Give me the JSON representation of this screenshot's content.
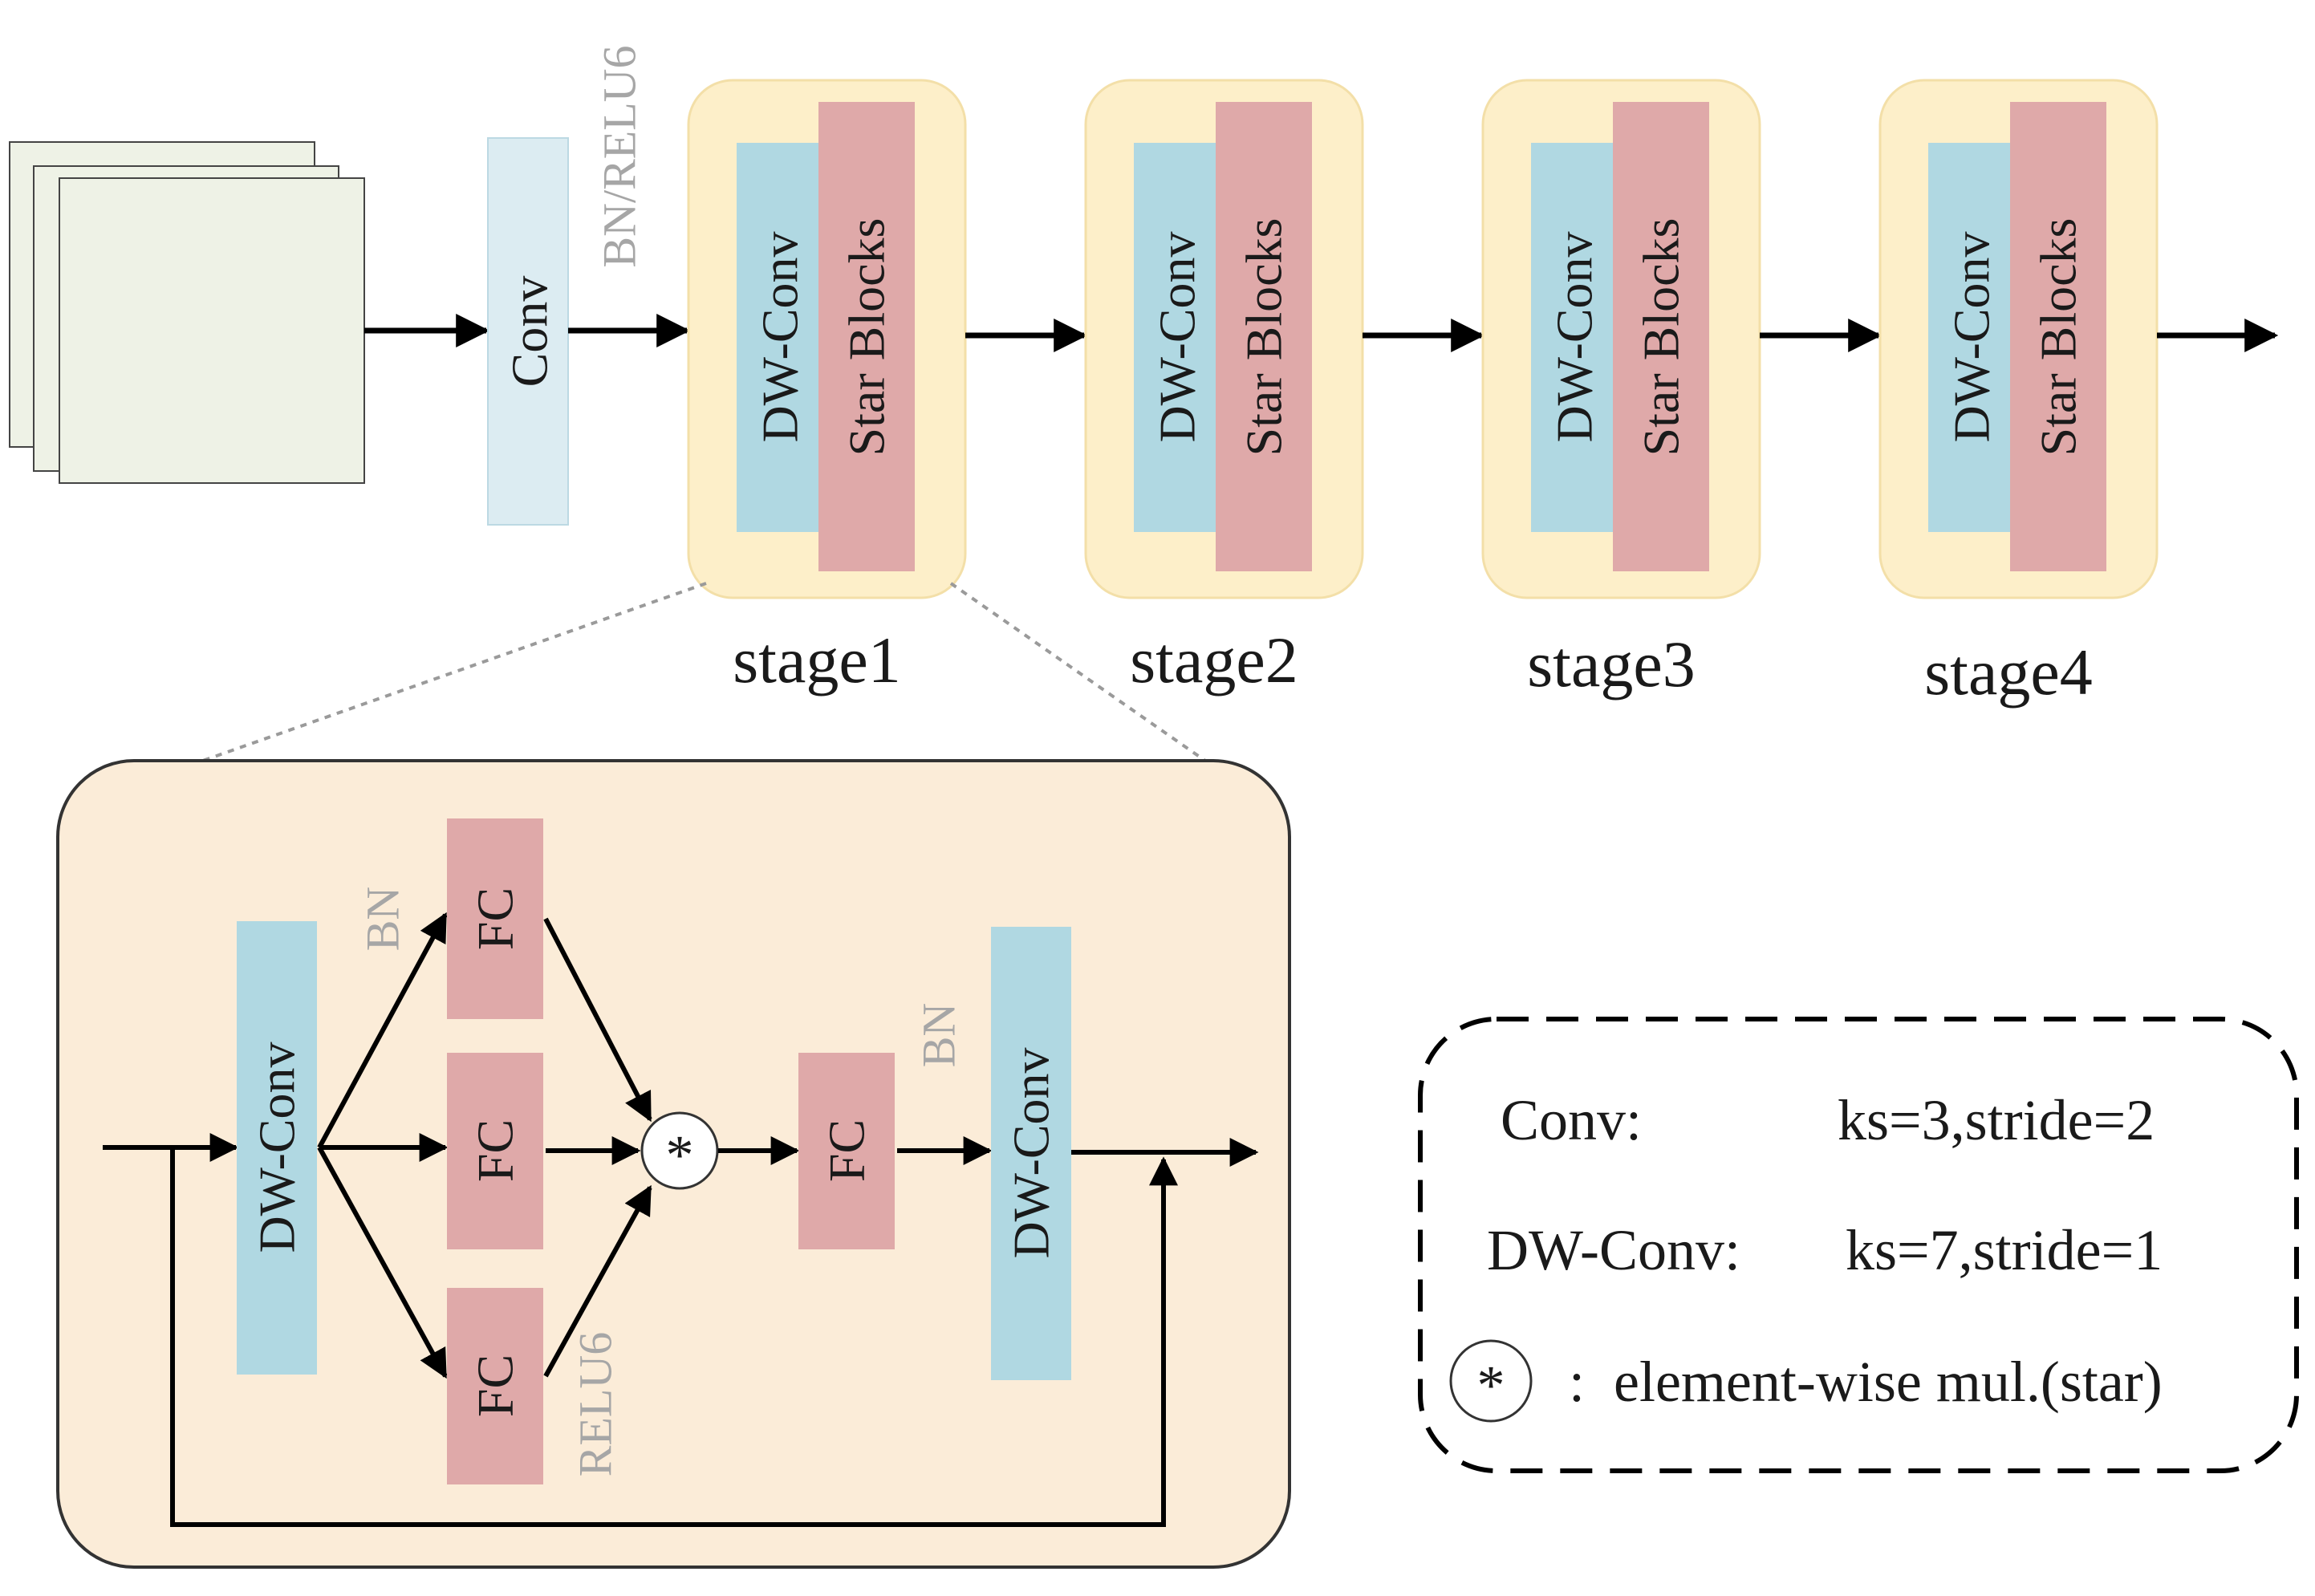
{
  "top": {
    "conv_label": "Conv",
    "conv_annotation": "BN/RELU6",
    "stages": [
      {
        "dw_label": "DW-Conv",
        "star_label": "Star Blocks",
        "stage_label": "stage1"
      },
      {
        "dw_label": "DW-Conv",
        "star_label": "Star Blocks",
        "stage_label": "stage2"
      },
      {
        "dw_label": "DW-Conv",
        "star_label": "Star Blocks",
        "stage_label": "stage3"
      },
      {
        "dw_label": "DW-Conv",
        "star_label": "Star Blocks",
        "stage_label": "stage4"
      }
    ]
  },
  "detail": {
    "dw_conv_in": "DW-Conv",
    "fc_top": "FC",
    "fc_mid": "FC",
    "fc_bottom": "FC",
    "bn_top": "BN",
    "relu6_bottom": "RELU6",
    "star_symbol": "*",
    "fc_after": "FC",
    "bn_after": "BN",
    "dw_conv_out": "DW-Conv"
  },
  "legend": {
    "conv_key": "Conv:",
    "conv_value": "ks=3,stride=2",
    "dwconv_key": "DW-Conv:",
    "dwconv_value": "ks=7,stride=1",
    "star_symbol": "*",
    "star_desc": ":  element-wise mul.(star)"
  },
  "colors": {
    "input_fill": "#eef2e6",
    "conv_fill": "#dcecf2",
    "stage_fill": "#fdefc9",
    "dw_fill": "#b0d8e2",
    "star_fill": "#dfa9a9",
    "detail_fill": "#fbecd8",
    "annotation_gray": "#a6a6a6"
  }
}
